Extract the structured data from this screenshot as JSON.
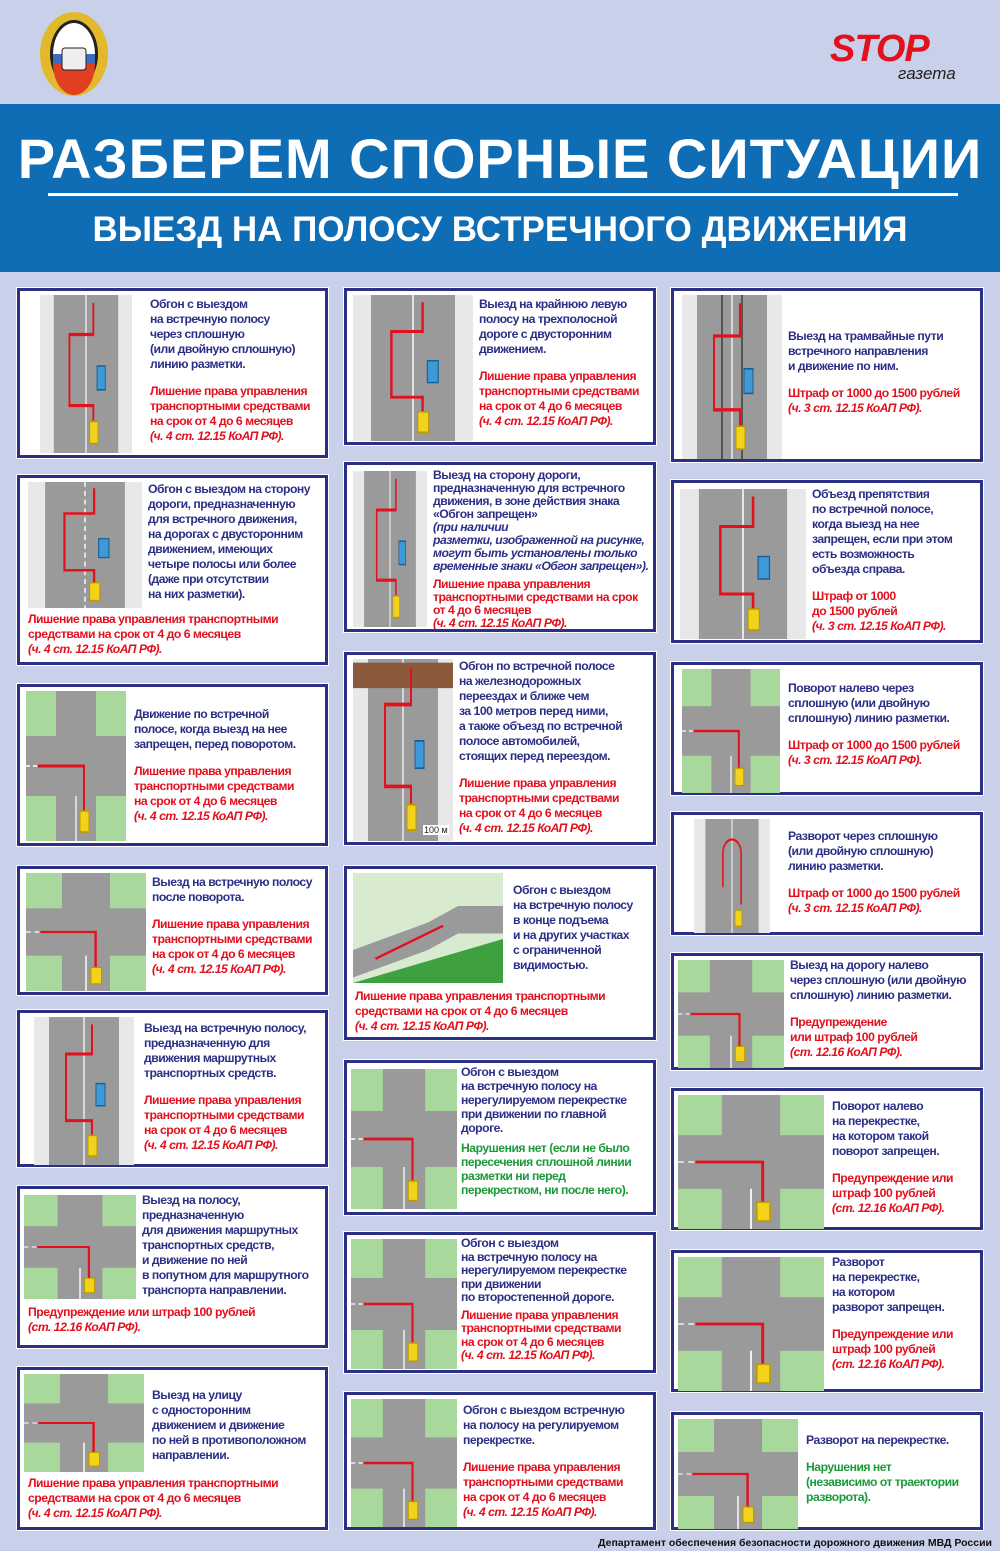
{
  "header": {
    "logo_text": "STOP",
    "logo_sub": "газета",
    "title": "РАЗБЕРЕМ СПОРНЫЕ СИТУАЦИИ",
    "subtitle": "ВЫЕЗД НА ПОЛОСУ ВСТРЕЧНОГО ДВИЖЕНИЯ"
  },
  "colors": {
    "banner": "#0f6db5",
    "frame": "#2c2f86",
    "penalty": "#e3101e",
    "ok": "#1a9a3a",
    "background": "#c9d0ea"
  },
  "cards": [
    {
      "desc": "Обгон с выездом\nна встречную полосу\nчерез сплошную\n(или двойную сплошную)\nлинию разметки.",
      "penalty": "Лишение права управления\nтранспортными средствами\nна срок от 4 до 6 месяцев",
      "ref": "(ч. 4 ст. 12.15 КоАП РФ)."
    },
    {
      "desc": "Обгон с выездом на сторону\nдороги, предназначенную\nдля встречного движения,\nна дорогах с двусторонним\nдвижением, имеющих\nчетыре полосы или более\n(даже при отсутствии\nна них разметки).",
      "penalty": "Лишение права управления транспортными\nсредствами на срок от 4 до 6 месяцев",
      "ref": "(ч. 4 ст. 12.15 КоАП РФ)."
    },
    {
      "desc": "Движение по встречной\nполосе, когда выезд на нее\nзапрещен, перед поворотом.",
      "penalty": "Лишение права управления\nтранспортными средствами\nна срок от 4 до 6 месяцев",
      "ref": "(ч. 4 ст. 12.15 КоАП РФ)."
    },
    {
      "desc": "Выезд на встречную полосу\nпосле поворота.",
      "penalty": "Лишение права управления\nтранспортными средствами\nна срок от 4 до 6 месяцев",
      "ref": "(ч. 4 ст. 12.15 КоАП РФ)."
    },
    {
      "desc": "Выезд на встречную полосу,\nпредназначенную для\nдвижения маршрутных\nтранспортных средств.",
      "penalty": "Лишение права управления\nтранспортными средствами\nна срок от 4 до 6 месяцев",
      "ref": "(ч. 4 ст. 12.15 КоАП РФ)."
    },
    {
      "desc": "Выезд на полосу,\nпредназначенную\nдля движения маршрутных\nтранспортных средств,\nи движение по ней\nв попутном для маршрутного\nтранспорта направлении.",
      "penalty": "Предупреждение или штраф 100 рублей",
      "ref": "(ст. 12.16 КоАП РФ)."
    },
    {
      "desc": "Выезд на улицу\nс односторонним\nдвижением и движение\nпо ней в противоположном\nнаправлении.",
      "penalty": "Лишение права управления транспортными\nсредствами на срок от 4 до 6 месяцев",
      "ref": "(ч. 4 ст. 12.15 КоАП РФ)."
    },
    {
      "desc": "Выезд на крайнюю левую\nполосу на трехполосной\nдороге с двусторонним\nдвижением.",
      "penalty": "Лишение права управления\nтранспортными средствами\nна срок от 4 до 6 месяцев",
      "ref": "(ч. 4 ст. 12.15 КоАП РФ)."
    },
    {
      "desc": "Выезд на сторону дороги,\nпредназначенную для встречного\nдвижения, в зоне действия знака\n«Обгон запрещен»",
      "note": "(при наличии\nразметки, изображенной на рисунке,\nмогут быть установлены только\nвременные знаки «Обгон запрещен»).",
      "penalty": "Лишение права управления\nтранспортными средствами на срок\nот 4 до 6 месяцев",
      "ref": "(ч. 4 ст. 12.15 КоАП РФ)."
    },
    {
      "desc": "Обгон по встречной полосе\nна железнодорожных\nпереездах и ближе чем\nза 100 метров перед ними,\nа также объезд по встречной\nполосе автомобилей,\nстоящих перед переездом.",
      "penalty": "Лишение права управления\nтранспортными средствами\nна срок от 4 до 6 месяцев",
      "ref": "(ч. 4 ст. 12.15 КоАП РФ).",
      "distance": "100 м"
    },
    {
      "desc": "Обгон с выездом\nна встречную полосу\nв конце подъема\nи на других участках\nс ограниченной\nвидимостью.",
      "penalty": "Лишение права управления транспортными\nсредствами на срок от 4 до 6 месяцев",
      "ref": "(ч. 4 ст. 12.15 КоАП РФ)."
    },
    {
      "desc": "Обгон с выездом\nна встречную полосу на\nнерегулируемом перекрестке\nпри движении по главной\nдороге.",
      "ok": "Нарушения нет (если не было\nпересечения сплошной линии\nразметки ни перед\nперекрестком, ни после него)."
    },
    {
      "desc": "Обгон с выездом\nна встречную полосу на\nнерегулируемом перекрестке\nпри движении\nпо второстепенной дороге.",
      "penalty": "Лишение права управления\nтранспортными средствами\nна срок от 4 до 6 месяцев",
      "ref": "(ч. 4 ст. 12.15 КоАП РФ)."
    },
    {
      "desc": "Обгон с выездом встречную\nна полосу на регулируемом\nперекрестке.",
      "penalty": "Лишение права управления\nтранспортными средствами\nна срок от 4 до 6 месяцев",
      "ref": "(ч. 4 ст. 12.15 КоАП РФ)."
    },
    {
      "desc": "Выезд на трамвайные пути\nвстречного направления\nи движение по ним.",
      "penalty": "Штраф от 1000 до 1500 рублей",
      "ref": "(ч. 3 ст. 12.15 КоАП РФ)."
    },
    {
      "desc": "Объезд препятствия\nпо встречной полосе,\nкогда выезд на нее\nзапрещен, если при этом\nесть возможность\nобъезда справа.",
      "penalty": "Штраф от 1000\nдо 1500 рублей",
      "ref": "(ч. 3 ст. 12.15 КоАП РФ)."
    },
    {
      "desc": "Поворот налево через\nсплошную (или двойную\nсплошную) линию разметки.",
      "penalty": "Штраф от 1000 до 1500 рублей",
      "ref": "(ч. 3 ст. 12.15 КоАП РФ)."
    },
    {
      "desc": "Разворот через сплошную\n(или двойную сплошную)\nлинию разметки.",
      "penalty": "Штраф от 1000 до 1500 рублей",
      "ref": "(ч. 3 ст. 12.15 КоАП РФ)."
    },
    {
      "desc": "Выезд на дорогу налево\nчерез сплошную (или двойную\nсплошную) линию разметки.",
      "penalty": "Предупреждение\nили штраф 100 рублей",
      "ref": "(ст. 12.16 КоАП РФ)."
    },
    {
      "desc": "Поворот налево\nна перекрестке,\nна котором такой\nповорот запрещен.",
      "penalty": "Предупреждение или\nштраф 100 рублей",
      "ref": "(ст. 12.16 КоАП РФ)."
    },
    {
      "desc": "Разворот\nна перекрестке,\nна котором\nразворот запрещен.",
      "penalty": "Предупреждение или\nштраф 100 рублей",
      "ref": "(ст. 12.16 КоАП РФ)."
    },
    {
      "desc": "Разворот на перекрестке.",
      "ok": "Нарушения нет\n(независимо от траектории\nразворота)."
    }
  ],
  "footer": "Департамент обеспечения безопасности дорожного движения МВД России"
}
